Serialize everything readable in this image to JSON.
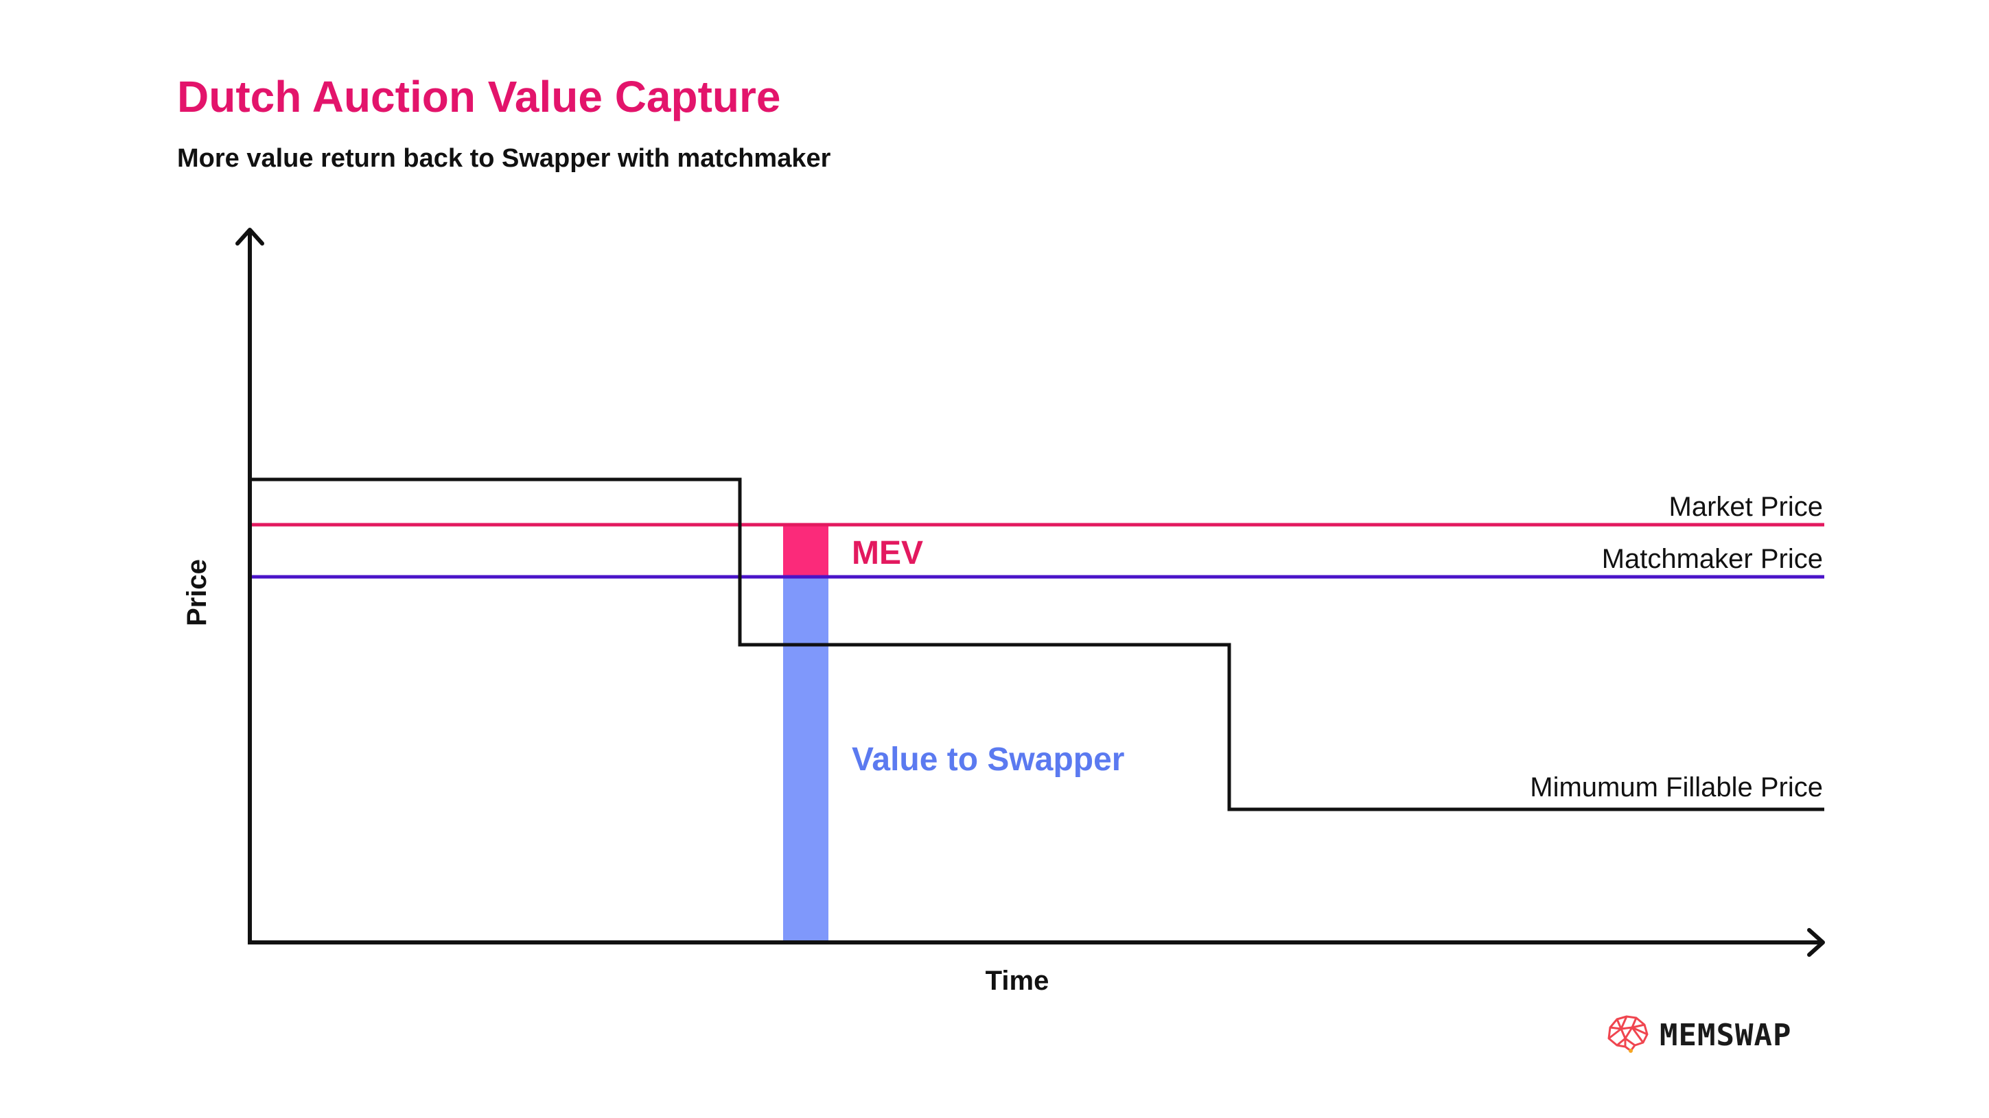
{
  "header": {
    "title": "Dutch Auction Value Capture",
    "subtitle": "More value return back to Swapper with matchmaker"
  },
  "axes": {
    "x_label": "Time",
    "y_label": "Price"
  },
  "lines": {
    "market": {
      "label": "Market Price",
      "color": "#e3195f"
    },
    "matchmaker": {
      "label": "Matchmaker Price",
      "color": "#4a14c8"
    },
    "minimum": {
      "label": "Mimumum Fillable Price",
      "color": "#111111"
    }
  },
  "areas": {
    "mev": {
      "label": "MEV",
      "color": "#fb2a7a"
    },
    "swapper": {
      "label": "Value to Swapper",
      "color": "#7f98fb",
      "label_color": "#5b7af0"
    }
  },
  "brand": {
    "name": "MEMSWAP",
    "icon": "brain-icon",
    "icon_color": "#f0454f"
  }
}
